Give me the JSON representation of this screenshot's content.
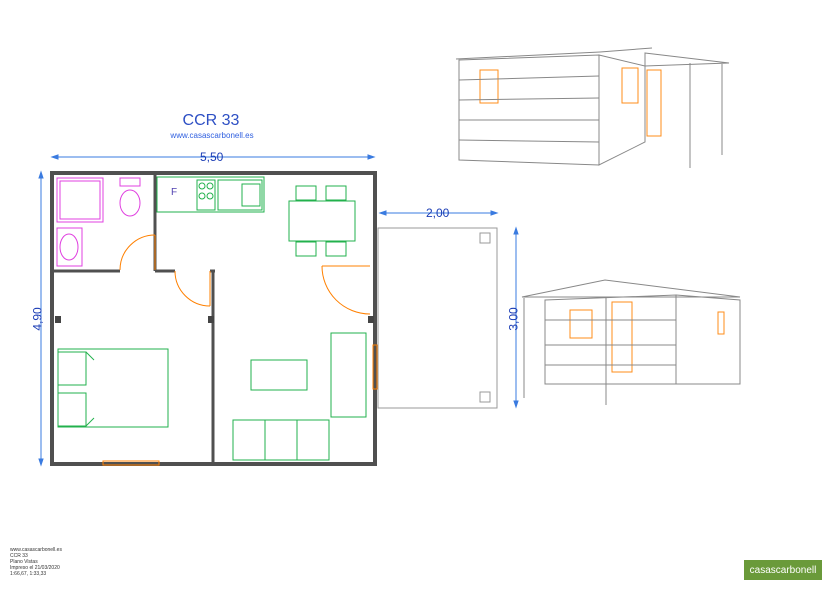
{
  "plan": {
    "title": "CCR 33",
    "website": "www.casascarbonell.es",
    "width_dim": "5,50",
    "depth_dim": "4,90",
    "porch_width_dim": "2,00",
    "porch_depth_dim": "3,00",
    "fridge_label": "F"
  },
  "footer": {
    "line1": "www.casascarbonell.es",
    "line2": "CCR 33",
    "line3": "Plano Vistas",
    "line4": "Impreso el 21/03/2020",
    "line5": "1:66,67, 1:33,33"
  },
  "logo": {
    "text": "casascarbonell"
  },
  "colors": {
    "wall": "#505050",
    "dimension": "#3a7be0",
    "furniture": "#22b14c",
    "bathroom": "#e040e0",
    "door": "#ff8000",
    "window": "#ff8c1a"
  }
}
